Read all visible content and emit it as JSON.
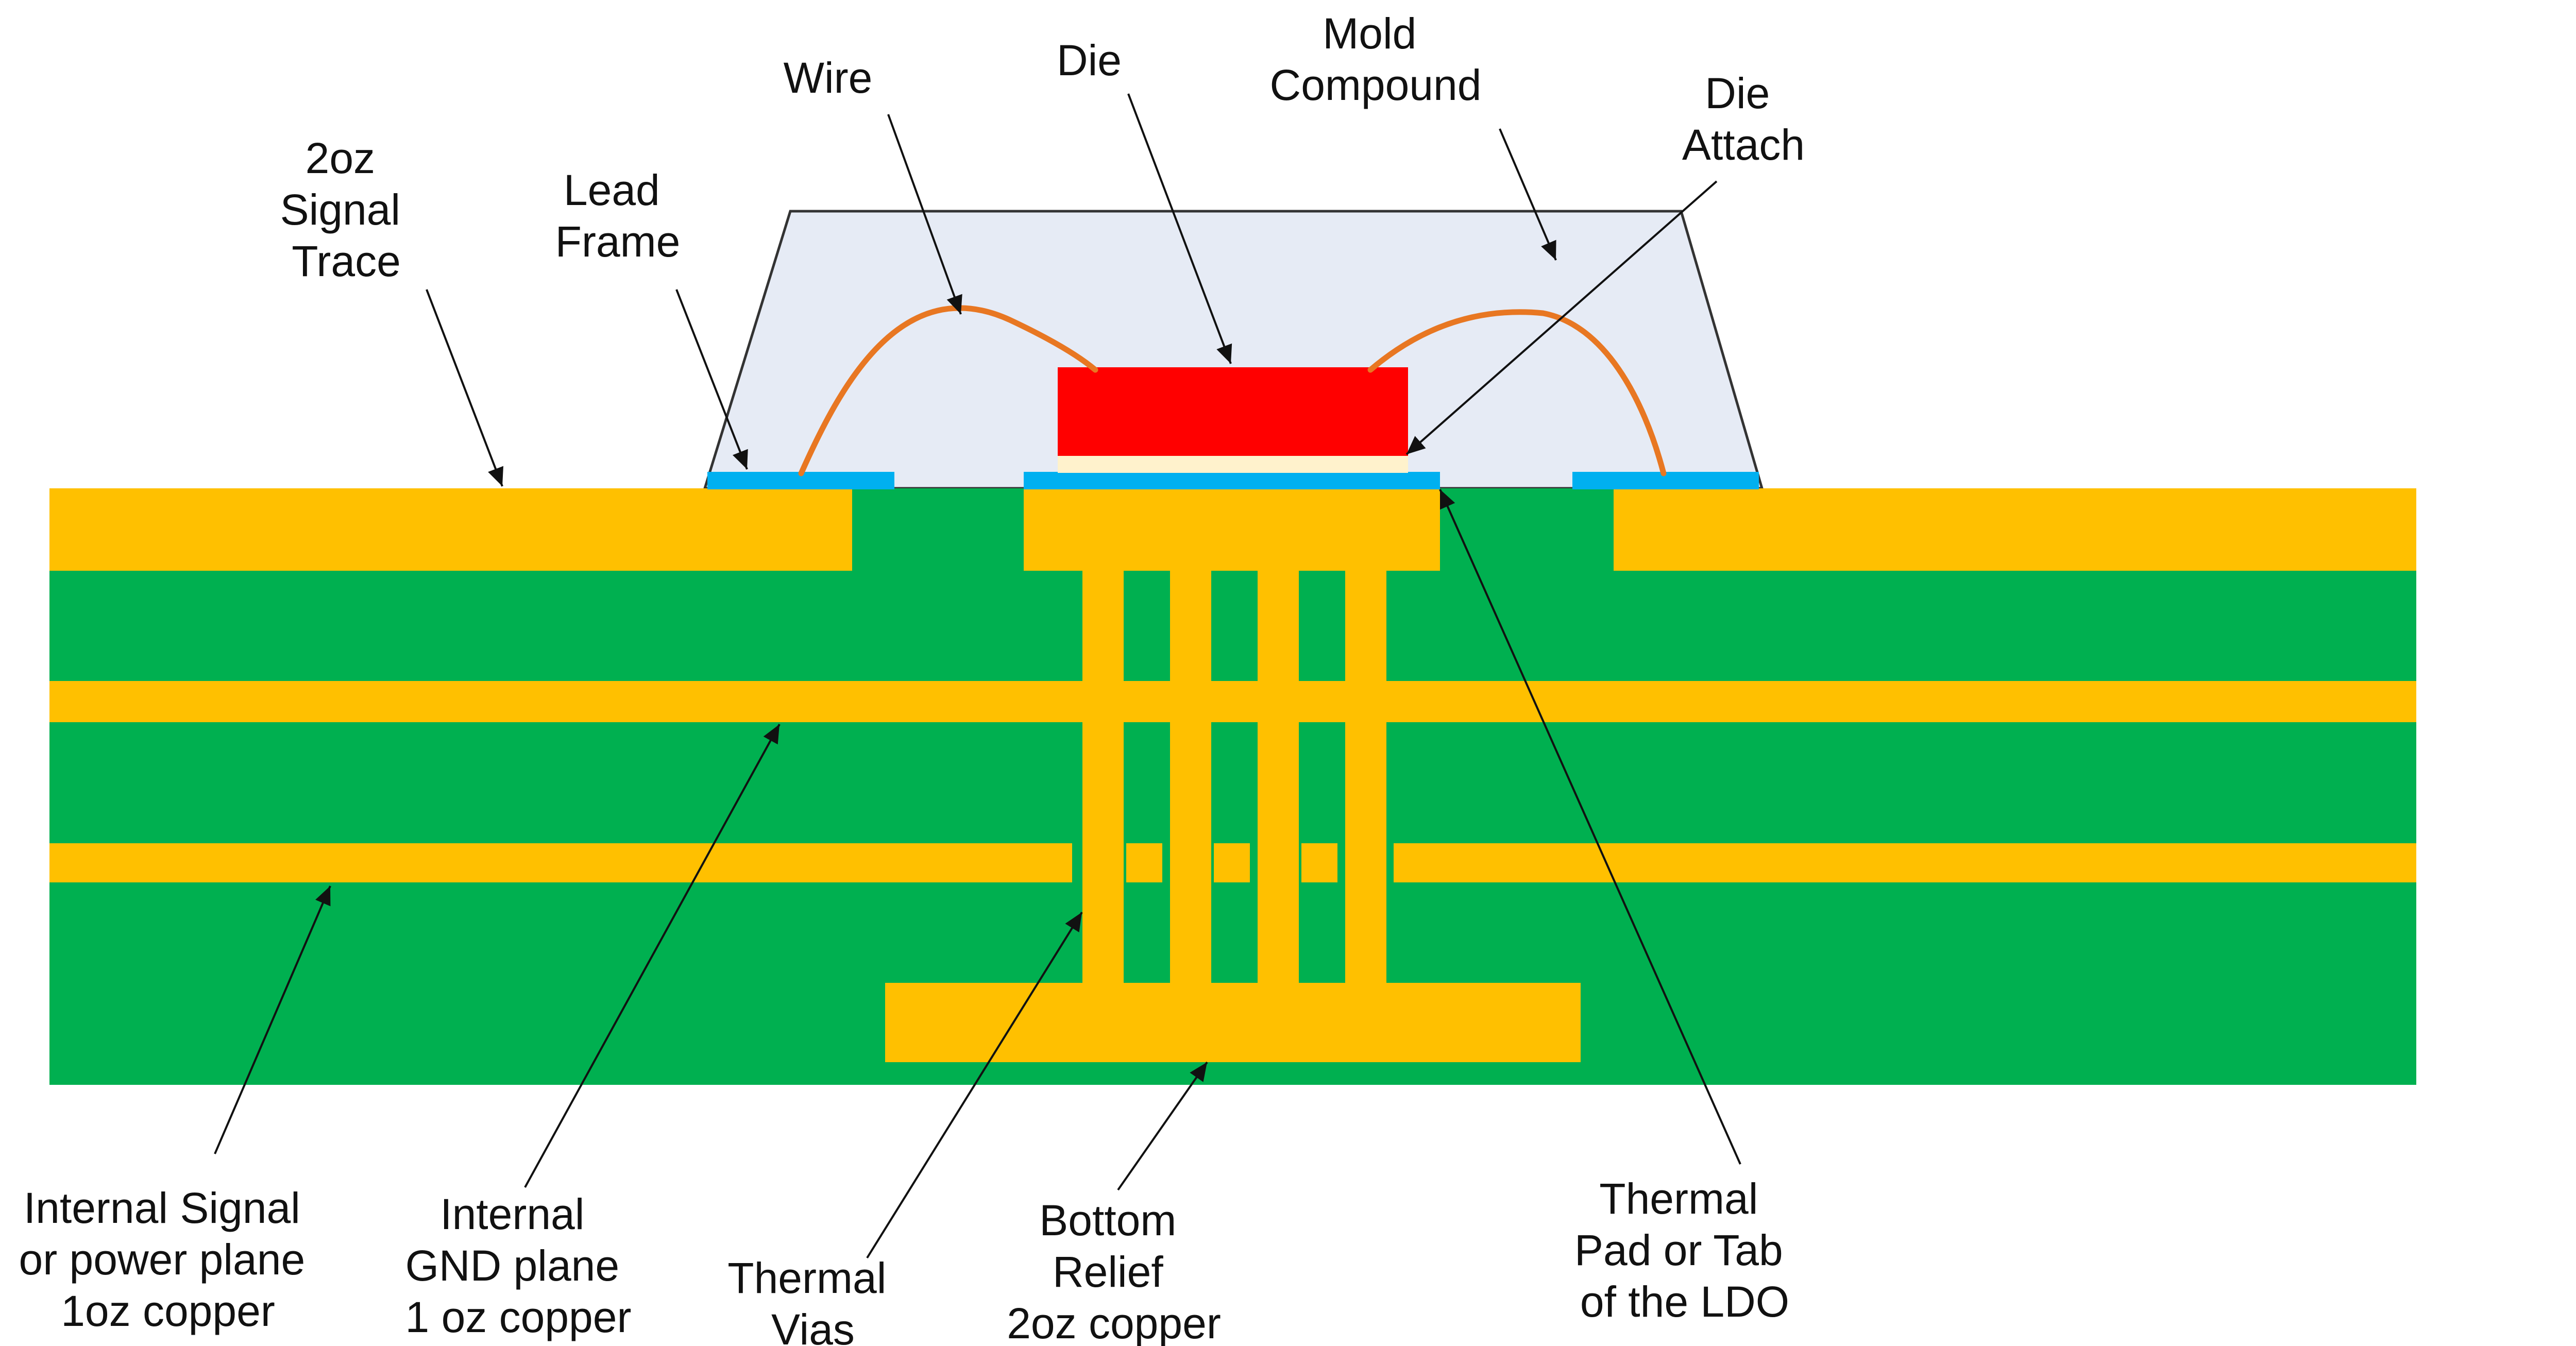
{
  "colors": {
    "pcb": "#00B050",
    "copper": "#FFC000",
    "lead": "#00B0F0",
    "die": "#FF0000",
    "mold": "#E6EBF5",
    "wire": "#E87722",
    "attach": "#FFF2CC",
    "line": "#111111"
  },
  "labels": {
    "wire": [
      "Wire"
    ],
    "die": [
      "Die"
    ],
    "mold": [
      "Mold",
      "Compound"
    ],
    "die_attach": [
      "Die",
      "Attach"
    ],
    "signal_trace": [
      "2oz",
      "Signal",
      "Trace"
    ],
    "lead_frame": [
      "Lead",
      "Frame"
    ],
    "internal_signal": [
      "Internal Signal",
      "or power plane",
      "1oz copper"
    ],
    "internal_gnd": [
      "Internal",
      "GND plane",
      "1 oz copper"
    ],
    "thermal_vias": [
      "Thermal",
      "Vias"
    ],
    "bottom_relief": [
      "Bottom",
      "Relief",
      "2oz copper"
    ],
    "thermal_pad": [
      "Thermal",
      "Pad or Tab",
      "of the LDO"
    ]
  }
}
